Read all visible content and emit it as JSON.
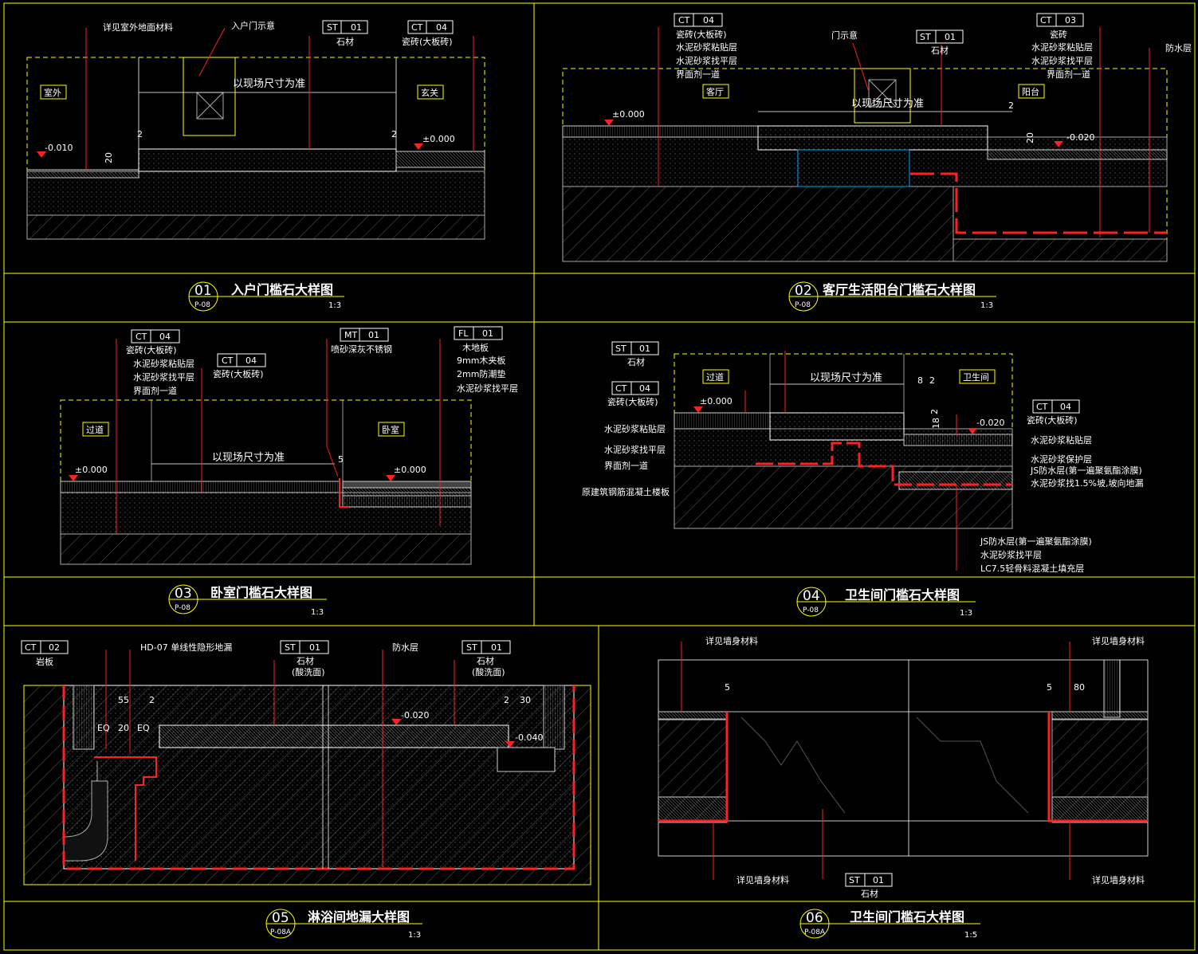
{
  "colors": {
    "bg": "#000000",
    "frame": "#ffff00",
    "line": "#ffffff",
    "accent": "#ff2020",
    "hatch": "#6e6e6e"
  },
  "panels": [
    {
      "num": "01",
      "ref": "P-08",
      "title": "入户门槛石大样图",
      "scale": "1:3",
      "tags": [
        {
          "code": "ST",
          "num": "01",
          "label": "石材"
        },
        {
          "code": "CT",
          "num": "04",
          "label": "瓷砖(大板砖)"
        }
      ],
      "notes": [
        "详见室外地面材料",
        "入户门示意",
        "以现场尺寸为准"
      ],
      "rooms": [
        "室外",
        "玄关"
      ],
      "levels": [
        "-0.010",
        "±0.000"
      ],
      "dims": [
        "20",
        "2",
        "2"
      ]
    },
    {
      "num": "02",
      "ref": "P-08",
      "title": "客厅生活阳台门槛石大样图",
      "scale": "1:3",
      "tags": [
        {
          "code": "CT",
          "num": "04",
          "label": "瓷砖(大板砖)"
        },
        {
          "code": "ST",
          "num": "01",
          "label": "石材"
        },
        {
          "code": "CT",
          "num": "03",
          "label": "瓷砖"
        }
      ],
      "layers_left": [
        "水泥砂浆粘贴层",
        "水泥砂浆找平层",
        "界面剂一道"
      ],
      "layers_right": [
        "水泥砂浆粘贴层",
        "水泥砂浆找平层",
        "界面剂一道"
      ],
      "notes": [
        "门示意",
        "以现场尺寸为准",
        "防水层"
      ],
      "rooms": [
        "客厅",
        "阳台"
      ],
      "levels": [
        "±0.000",
        "-0.020"
      ],
      "dims": [
        "2",
        "20"
      ]
    },
    {
      "num": "03",
      "ref": "P-08",
      "title": "卧室门槛石大样图",
      "scale": "1:3",
      "tags": [
        {
          "code": "CT",
          "num": "04",
          "label": "瓷砖(大板砖)"
        },
        {
          "code": "CT",
          "num": "04",
          "label": "瓷砖(大板砖)"
        },
        {
          "code": "MT",
          "num": "01",
          "label": "喷砂深灰不锈钢"
        },
        {
          "code": "FL",
          "num": "01",
          "label": "木地板"
        }
      ],
      "layers_left": [
        "水泥砂浆粘贴层",
        "水泥砂浆找平层",
        "界面剂一道"
      ],
      "layers_right": [
        "9mm木夹板",
        "2mm防潮垫",
        "水泥砂浆找平层"
      ],
      "notes": [
        "以现场尺寸为准"
      ],
      "rooms": [
        "过道",
        "卧室"
      ],
      "levels": [
        "±0.000",
        "±0.000"
      ],
      "dims": [
        "5"
      ]
    },
    {
      "num": "04",
      "ref": "P-08",
      "title": "卫生间门槛石大样图",
      "scale": "1:3",
      "tags": [
        {
          "code": "ST",
          "num": "01",
          "label": "石材"
        },
        {
          "code": "CT",
          "num": "04",
          "label": "瓷砖(大板砖)"
        },
        {
          "code": "CT",
          "num": "04",
          "label": "瓷砖(大板砖)"
        }
      ],
      "layers_left": [
        "水泥砂浆粘贴层",
        "水泥砂浆找平层",
        "界面剂一道",
        "原建筑钢筋混凝土楼板"
      ],
      "layers_right": [
        "水泥砂浆粘贴层",
        "水泥砂浆保护层",
        "JS防水层(第一遍聚氨酯涂膜)",
        "水泥砂浆找1.5%坡,坡向地漏"
      ],
      "layers_bottom": [
        "JS防水层(第一遍聚氨酯涂膜)",
        "水泥砂浆找平层",
        "LC7.5轻骨料混凝土填充层"
      ],
      "notes": [
        "以现场尺寸为准"
      ],
      "rooms": [
        "过道",
        "卫生间"
      ],
      "levels": [
        "±0.000",
        "-0.020"
      ],
      "dims": [
        "8",
        "2",
        "18",
        "2"
      ]
    },
    {
      "num": "05",
      "ref": "P-08A",
      "title": "淋浴间地漏大样图",
      "scale": "1:3",
      "tags": [
        {
          "code": "CT",
          "num": "02",
          "label": "岩板"
        },
        {
          "code": "ST",
          "num": "01",
          "label": "石材",
          "sub": "(酸洗面)"
        },
        {
          "code": "ST",
          "num": "01",
          "label": "石材",
          "sub": "(酸洗面)"
        }
      ],
      "notes": [
        "HD-07 单线性隐形地漏",
        "防水层"
      ],
      "levels": [
        "-0.020",
        "-0.040"
      ],
      "dims": [
        "55",
        "2",
        "EQ",
        "20",
        "EQ",
        "2",
        "30"
      ]
    },
    {
      "num": "06",
      "ref": "P-08A",
      "title": "卫生间门槛石大样图",
      "scale": "1:5",
      "tags": [
        {
          "code": "ST",
          "num": "01",
          "label": "石材"
        }
      ],
      "notes": [
        "详见墙身材料",
        "详见墙身材料",
        "详见墙身材料",
        "详见墙身材料"
      ],
      "dims": [
        "5",
        "5",
        "80"
      ]
    }
  ]
}
